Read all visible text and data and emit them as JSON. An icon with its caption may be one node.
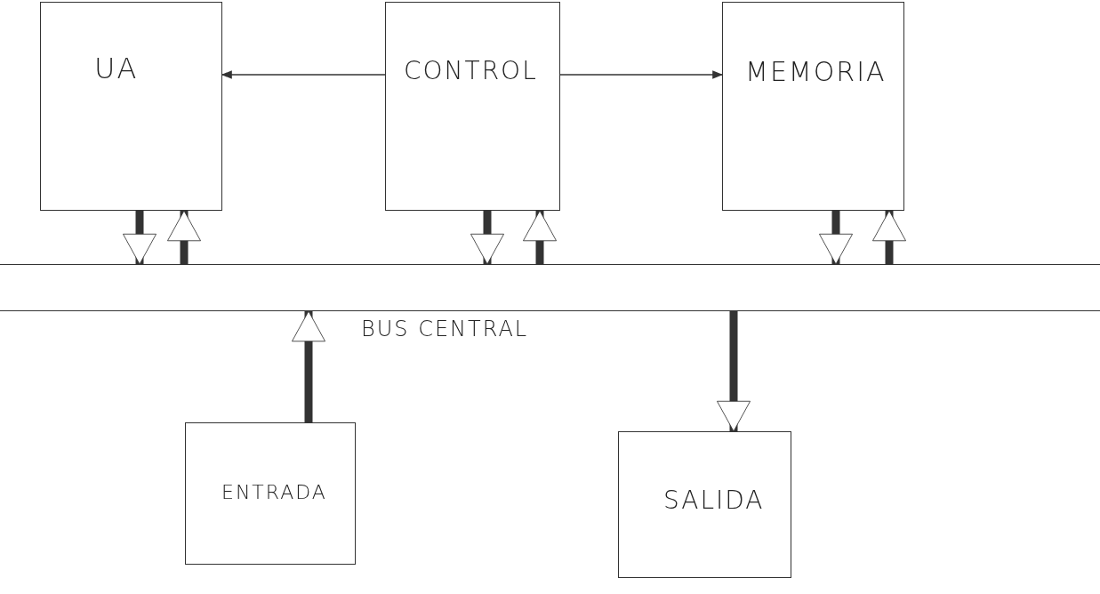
{
  "diagram": {
    "nodes": [
      {
        "text": [
          "UA"
        ]
      },
      {
        "text": [
          "CONTROL"
        ]
      },
      {
        "text": [
          "MEMORIA"
        ]
      },
      {
        "text": [
          "BUS CENTRAL"
        ]
      },
      {
        "text": [
          "ENTRADA"
        ]
      },
      {
        "text": [
          "SALIDA"
        ]
      }
    ],
    "edges": [
      {
        "from": 1,
        "to": 0,
        "arrow": "to"
      },
      {
        "from": 1,
        "to": 2,
        "arrow": "to"
      },
      {
        "from": 0,
        "to": 3,
        "arrow": "to"
      },
      {
        "from": 3,
        "to": 0,
        "arrow": "to"
      },
      {
        "from": 1,
        "to": 3,
        "arrow": "to"
      },
      {
        "from": 3,
        "to": 1,
        "arrow": "to"
      },
      {
        "from": 2,
        "to": 3,
        "arrow": "to"
      },
      {
        "from": 3,
        "to": 2,
        "arrow": "to"
      },
      {
        "from": 4,
        "to": 3,
        "arrow": "to"
      },
      {
        "from": 3,
        "to": 5,
        "arrow": "to"
      }
    ]
  }
}
